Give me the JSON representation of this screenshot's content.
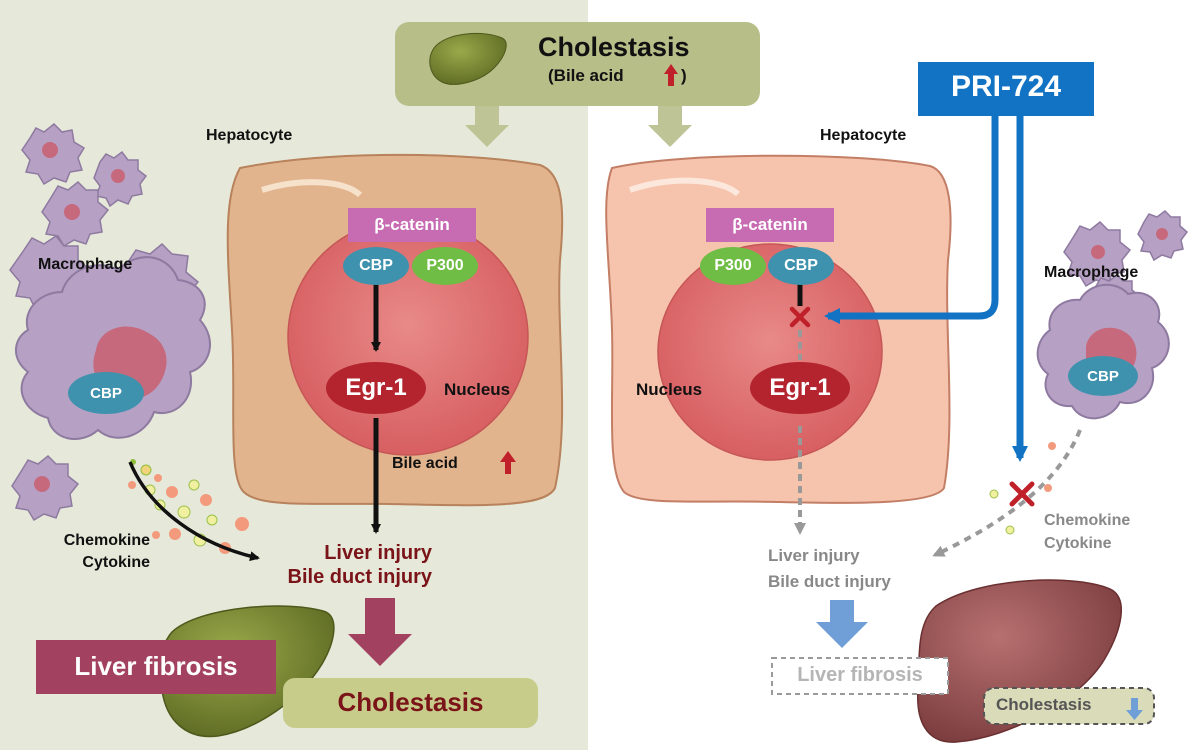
{
  "top_box": {
    "title": "Cholestasis",
    "subtitle": "(Bile acid",
    "subtitle_end": ")"
  },
  "drug": {
    "name": "PRI-724"
  },
  "left_panel": {
    "cell_label": "Hepatocyte",
    "beta_catenin": "β-catenin",
    "cbp": "CBP",
    "p300": "P300",
    "egr1": "Egr-1",
    "nucleus": "Nucleus",
    "bile_acid": "Bile acid",
    "macrophage": "Macrophage",
    "macrophage_cbp": "CBP",
    "chemokine": "Chemokine",
    "cytokine": "Cytokine",
    "liver_injury": "Liver injury",
    "bile_duct_injury": "Bile duct injury",
    "liver_fibrosis": "Liver fibrosis",
    "cholestasis": "Cholestasis"
  },
  "right_panel": {
    "cell_label": "Hepatocyte",
    "beta_catenin": "β-catenin",
    "p300": "P300",
    "cbp": "CBP",
    "egr1": "Egr-1",
    "nucleus": "Nucleus",
    "macrophage": "Macrophage",
    "macrophage_cbp": "CBP",
    "chemokine": "Chemokine",
    "cytokine": "Cytokine",
    "liver_injury": "Liver injury",
    "bile_duct_injury": "Bile duct injury",
    "liver_fibrosis": "Liver fibrosis",
    "cholestasis": "Cholestasis"
  },
  "colors": {
    "left_bg": "#e6e8d9",
    "top_box": "#b8be88",
    "cell_left": "#e2b48e",
    "cell_right": "#f6c3ad",
    "nucleus": "#dc6c6c",
    "beta_catenin": "#c76bb3",
    "cbp": "#3f92ad",
    "p300": "#6fbd45",
    "egr1": "#b3242e",
    "drug_blue": "#1273c4",
    "injury_red": "#7a1418",
    "fibrosis_box": "#a24160",
    "macrophage": "#b6a0c4",
    "grey_text": "#888888",
    "light_arrow": "#6f9fd6"
  }
}
